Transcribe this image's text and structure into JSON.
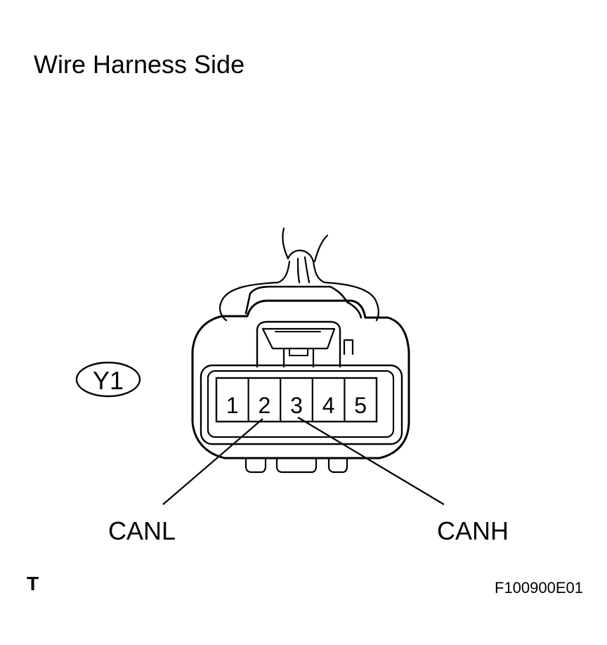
{
  "title": "Wire Harness Side",
  "connector": {
    "id": "Y1",
    "pins": [
      "1",
      "2",
      "3",
      "4",
      "5"
    ]
  },
  "callouts": {
    "left": "CANL",
    "right": "CANH"
  },
  "footer": {
    "left_mark": "T",
    "figure_code": "F100900E01"
  }
}
